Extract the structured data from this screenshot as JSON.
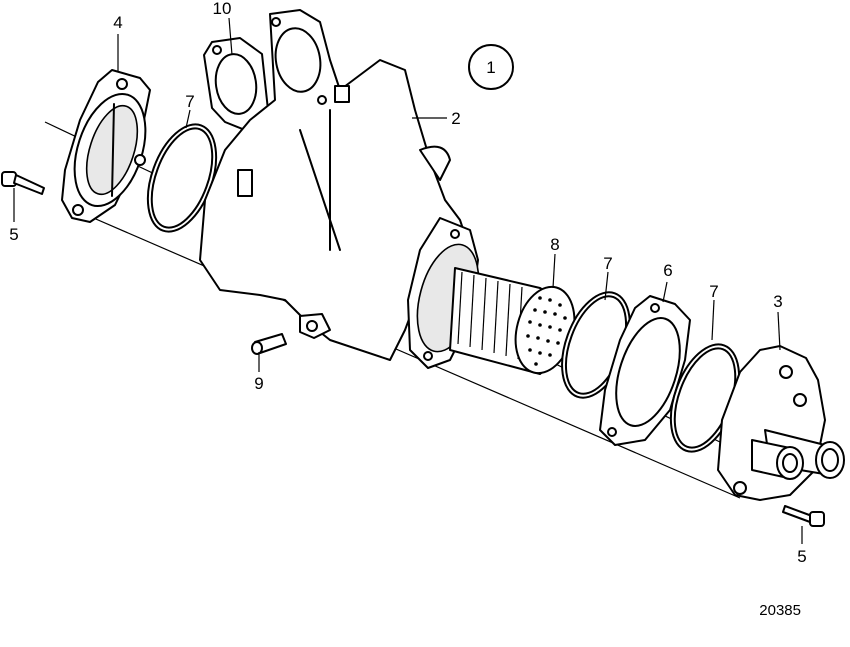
{
  "diagram": {
    "view_number": "1",
    "figure_number": "20385",
    "callouts": {
      "c_10": "10",
      "c_4": "4",
      "c_7_top": "7",
      "c_2": "2",
      "c_5_left": "5",
      "c_8": "8",
      "c_7_mid": "7",
      "c_6": "6",
      "c_7_right": "7",
      "c_3": "3",
      "c_9": "9",
      "c_5_right": "5"
    }
  }
}
